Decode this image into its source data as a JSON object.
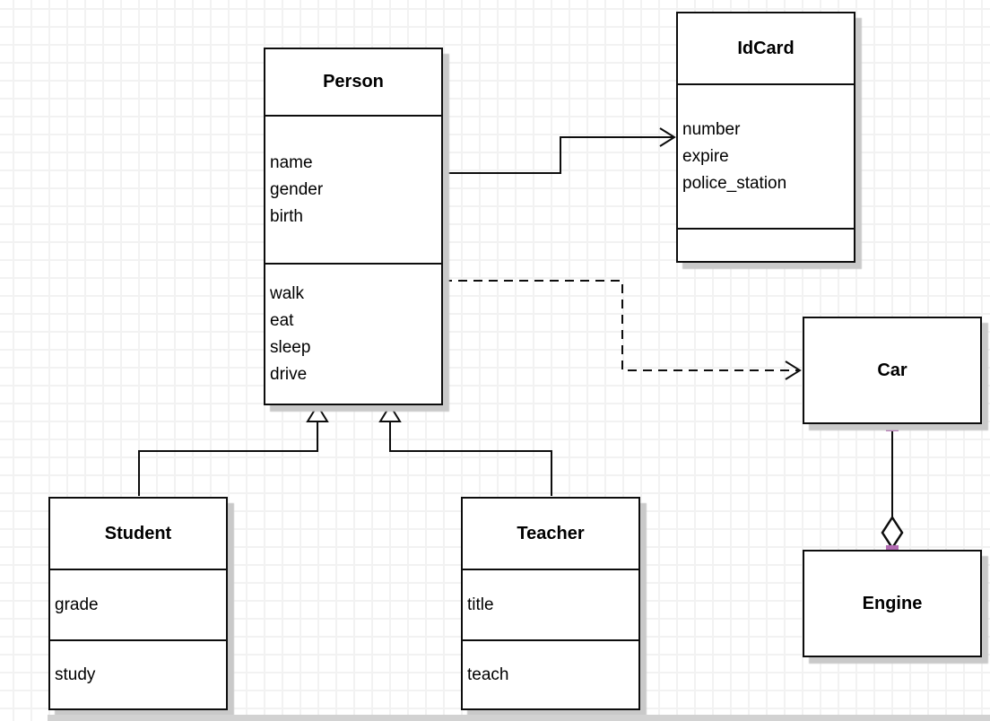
{
  "diagram_type": "uml-class-diagram",
  "classes": {
    "person": {
      "title": "Person",
      "attributes": [
        "name",
        "gender",
        "birth"
      ],
      "methods": [
        "walk",
        "eat",
        "sleep",
        "drive"
      ]
    },
    "idcard": {
      "title": "IdCard",
      "attributes": [
        "number",
        "expire",
        "police_station"
      ],
      "methods": []
    },
    "student": {
      "title": "Student",
      "attributes": [
        "grade"
      ],
      "methods": [
        "study"
      ]
    },
    "teacher": {
      "title": "Teacher",
      "attributes": [
        "title"
      ],
      "methods": [
        "teach"
      ]
    },
    "car": {
      "title": "Car",
      "attributes": [],
      "methods": []
    },
    "engine": {
      "title": "Engine",
      "attributes": [],
      "methods": []
    }
  },
  "relationships": [
    {
      "from": "Person",
      "to": "IdCard",
      "type": "association",
      "line": "solid",
      "end": "open-arrow"
    },
    {
      "from": "Person",
      "to": "Car",
      "type": "dependency",
      "line": "dashed",
      "end": "open-arrow"
    },
    {
      "from": "Student",
      "to": "Person",
      "type": "generalization",
      "line": "solid",
      "end": "hollow-triangle"
    },
    {
      "from": "Teacher",
      "to": "Person",
      "type": "generalization",
      "line": "solid",
      "end": "hollow-triangle"
    },
    {
      "from": "Car",
      "to": "Engine",
      "type": "aggregation",
      "line": "solid",
      "end": "hollow-diamond",
      "selected": true
    }
  ],
  "colors": {
    "stroke": "#0d0d0d",
    "box_fill": "#ffffff",
    "shadow": "#c9c9c9",
    "grid_line": "#f2f2f2",
    "background": "#ffffff",
    "endpoint_handle": "#b36bb3",
    "bottom_strip": "#d2d2d2"
  }
}
